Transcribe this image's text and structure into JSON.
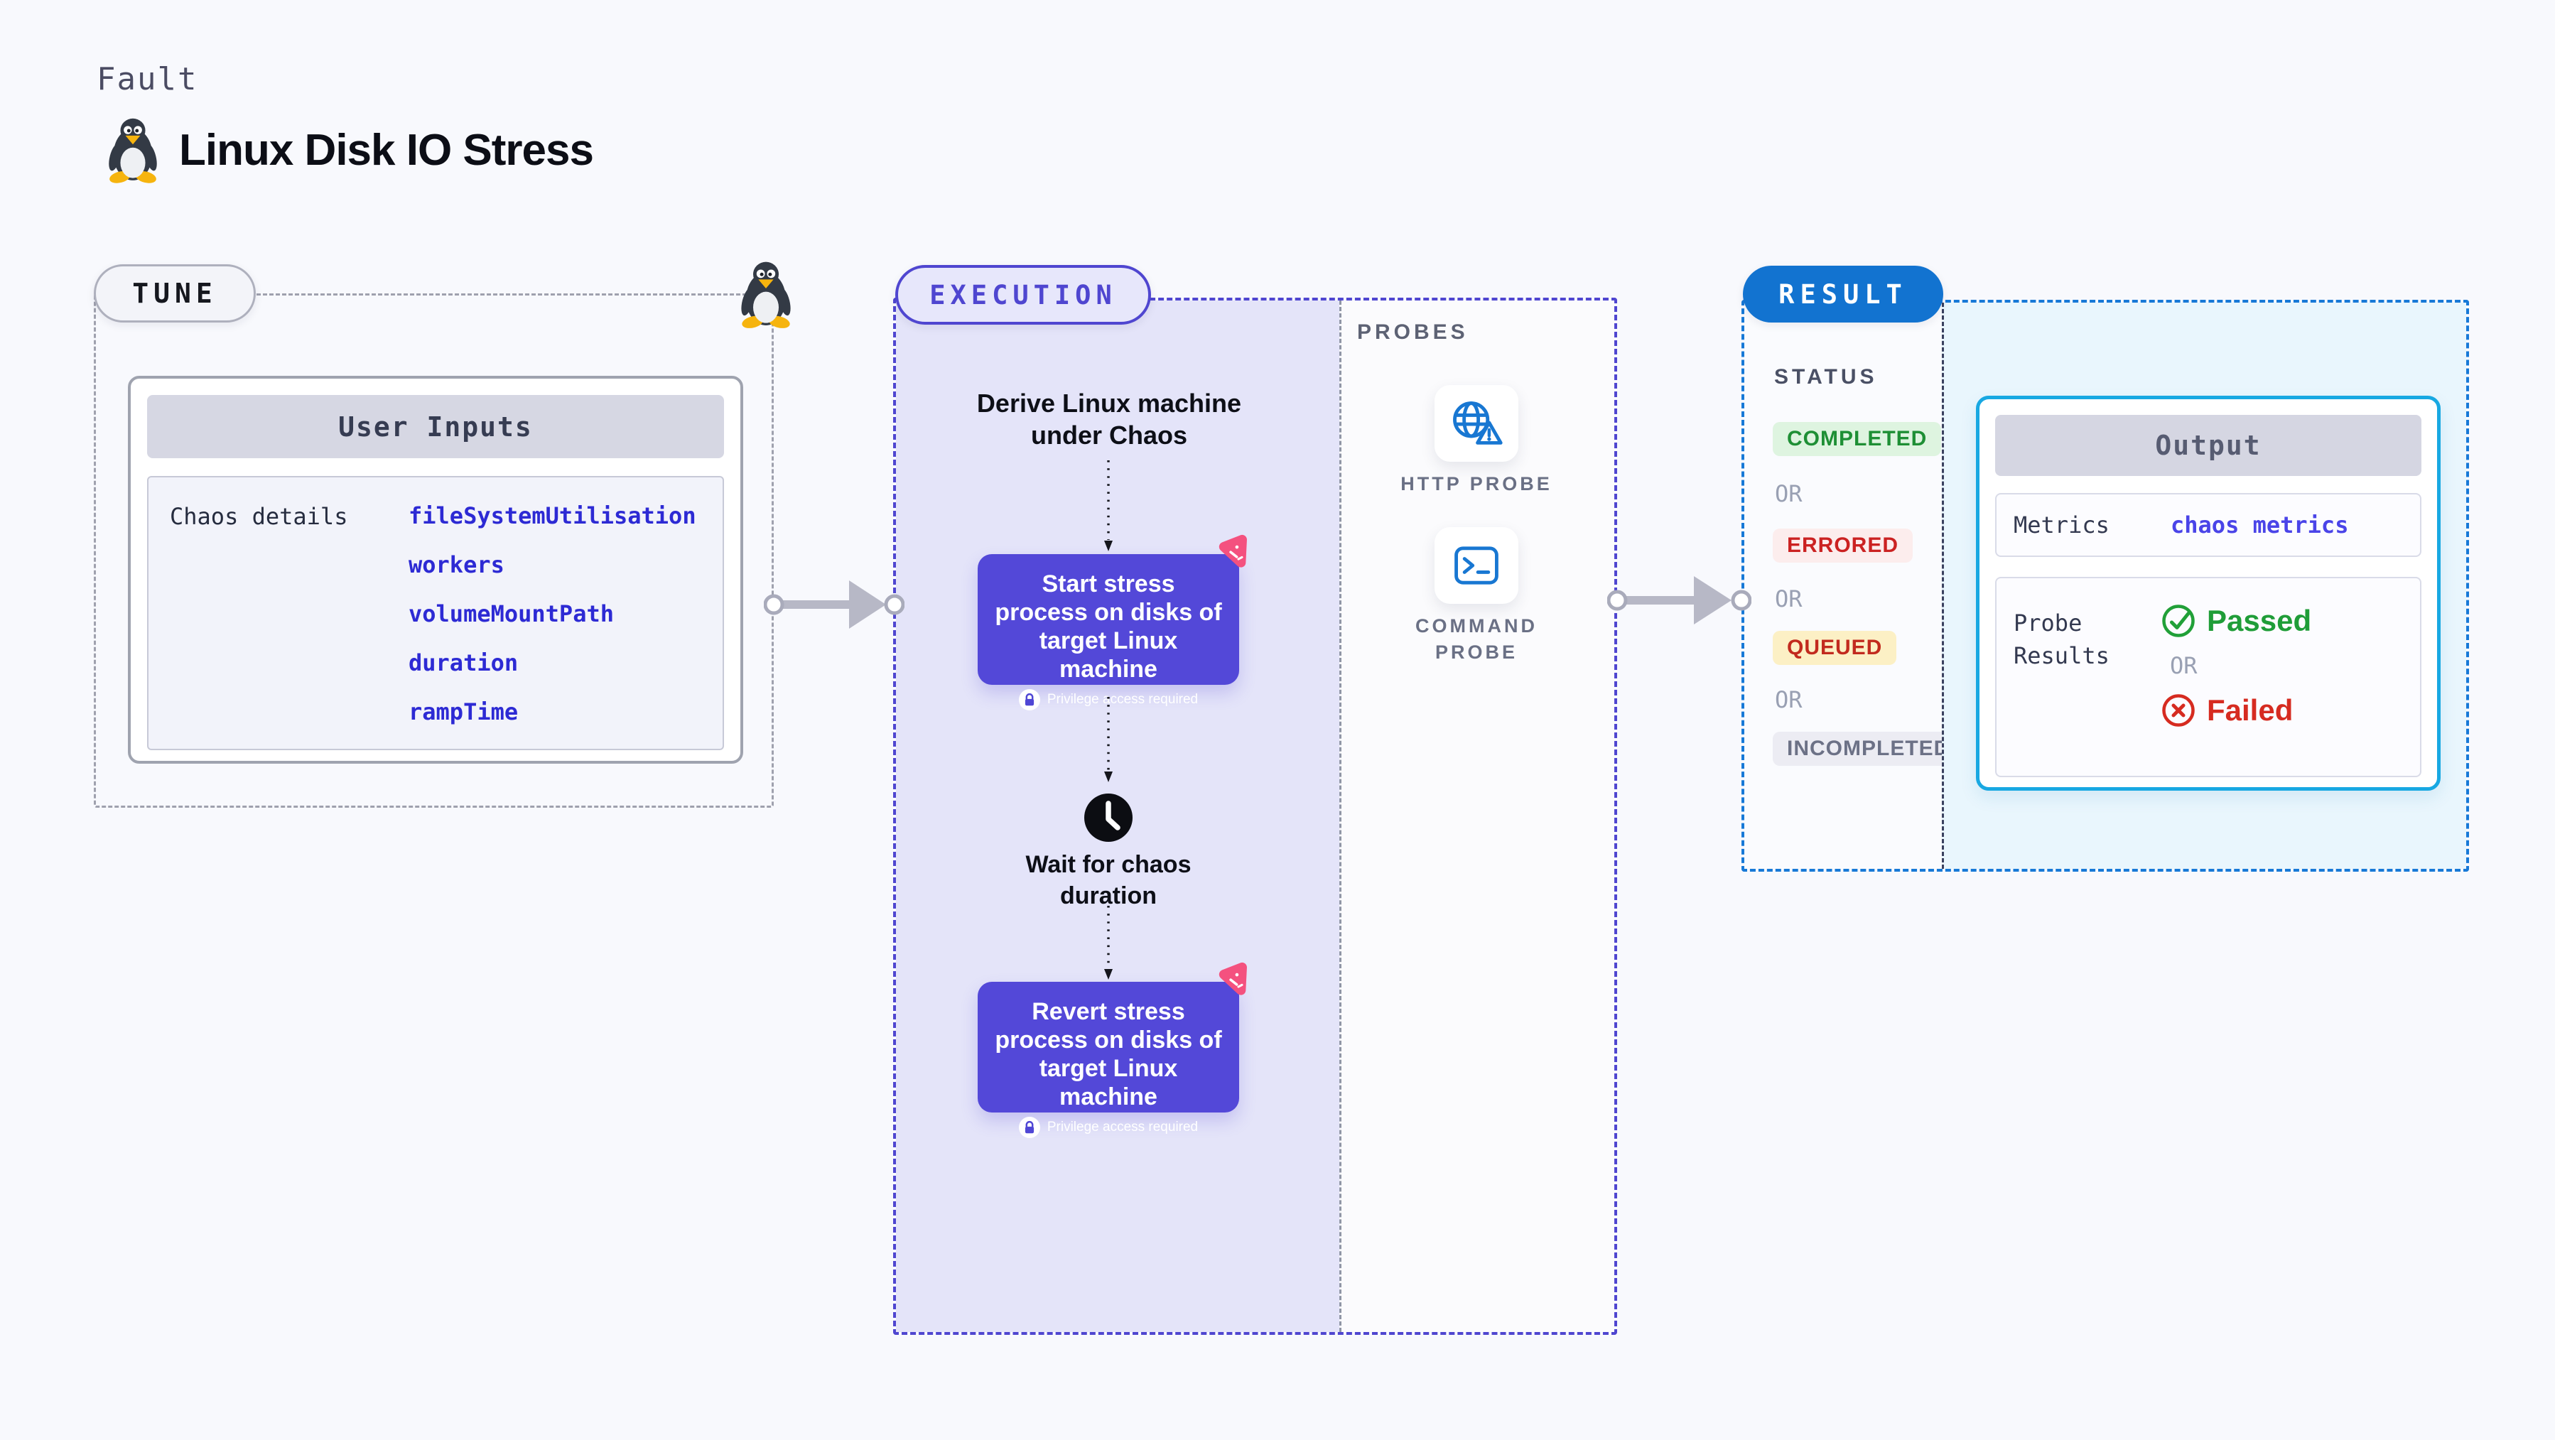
{
  "header": {
    "eyebrow": "Fault",
    "title": "Linux Disk IO Stress",
    "icon": "tux-penguin-icon"
  },
  "tune": {
    "badge": "TUNE",
    "inputs_title": "User Inputs",
    "row_label": "Chaos details",
    "params": [
      "fileSystemUtilisation",
      "workers",
      "volumeMountPath",
      "duration",
      "rampTime"
    ]
  },
  "execution": {
    "badge": "EXECUTION",
    "derive_label": "Derive Linux machine under Chaos",
    "start_node": "Start stress process on disks of target Linux machine",
    "wait_label": "Wait for chaos duration",
    "revert_node": "Revert stress process on disks of target Linux machine",
    "privilege_label": "Privilege access required",
    "probes": {
      "label": "PROBES",
      "http": "HTTP PROBE",
      "command": "COMMAND PROBE"
    }
  },
  "result": {
    "badge": "RESULT",
    "status_label": "STATUS",
    "or_label": "OR",
    "statuses": [
      {
        "label": "COMPLETED",
        "fg": "#1e8f35",
        "bg": "#def4e0"
      },
      {
        "label": "ERRORED",
        "fg": "#cb2222",
        "bg": "#fceded"
      },
      {
        "label": "QUEUED",
        "fg": "#c22a1e",
        "bg": "#fcf0c5"
      },
      {
        "label": "INCOMPLETED",
        "fg": "#6c7186",
        "bg": "#ececf3"
      }
    ],
    "output": {
      "title": "Output",
      "metrics_label": "Metrics",
      "metrics_value": "chaos metrics",
      "probe_label": "Probe Results",
      "passed": "Passed",
      "or_label": "OR",
      "failed": "Failed"
    }
  },
  "theme": {
    "page-bg": "#f8f9fd",
    "indigo": "#4f46d0",
    "node": "#5348d8",
    "lavender": "#e4e4f9",
    "pink": "#f4517f",
    "blue": "#1273d0",
    "blue-dash": "#1779d7",
    "cyan": "#18a8e2",
    "cyan-bg": "#e9f6fd",
    "gray-dash": "#9fa1ae",
    "arrow": "#b7b8c6",
    "code-blue": "#2d2ad4",
    "metrics-blue": "#4a44e8",
    "probe-blue": "#1877d2",
    "passed": "#1f9d38",
    "failed": "#d62b20"
  }
}
